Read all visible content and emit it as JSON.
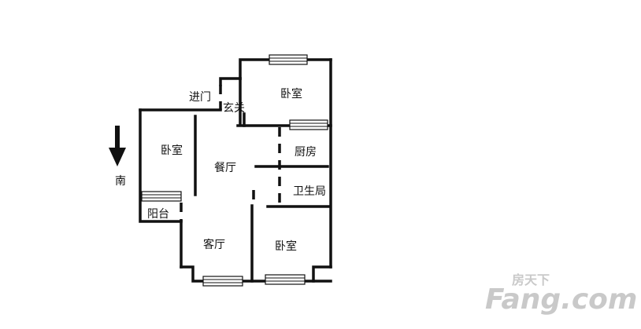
{
  "labels": {
    "entrance": "进门",
    "foyer": "玄关",
    "bedroom_north": "卧室",
    "bedroom_west": "卧室",
    "dining": "餐厅",
    "kitchen": "厨房",
    "bathroom": "卫生局",
    "balcony": "阳台",
    "living": "客厅",
    "bedroom_south": "卧室",
    "compass": "南"
  },
  "watermark": {
    "chinese": "房天下",
    "english": "Fang.com"
  }
}
